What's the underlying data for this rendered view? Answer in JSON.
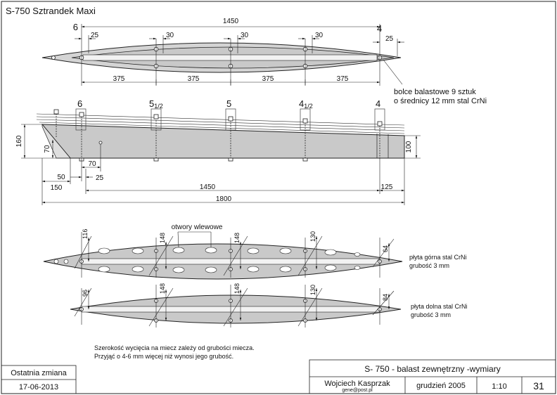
{
  "title": "S-750 Sztrandek Maxi",
  "top_view": {
    "dim_total": "1450",
    "station_6": "6",
    "station_4": "4",
    "dim_25_left": "25",
    "dim_25_right": "25",
    "dim_30_a": "30",
    "dim_30_b": "30",
    "dim_30_c": "30",
    "spacing": [
      "375",
      "375",
      "375",
      "375"
    ]
  },
  "bolt_note": [
    "bolce balastowe 9 sztuk",
    "o średnicy 12 mm stal CrNi"
  ],
  "side_view": {
    "stations": [
      {
        "main": "6",
        "sub": ""
      },
      {
        "main": "5",
        "sub": "1/2"
      },
      {
        "main": "5",
        "sub": ""
      },
      {
        "main": "4",
        "sub": "1/2"
      },
      {
        "main": "4",
        "sub": ""
      }
    ],
    "dim_160": "160",
    "dim_70_v": "70",
    "dim_70_h": "70",
    "dim_25": "25",
    "dim_50": "50",
    "dim_150": "150",
    "dim_1450": "1450",
    "dim_125": "125",
    "dim_1800": "1800",
    "dim_100": "100"
  },
  "upper_plate": {
    "callout": "otwory wlewowe",
    "dims": [
      "116",
      "148",
      "148",
      "130",
      "64"
    ],
    "note": [
      "płyta górna stal CrNi",
      "grubość 3 mm"
    ]
  },
  "lower_plate": {
    "dims": [
      "96",
      "148",
      "148",
      "130",
      "84"
    ],
    "note": [
      "płyta dolna stal CrNi",
      "grubość 3 mm"
    ]
  },
  "remark": [
    "Szerokość wycięcia na miecz zależy od grubości miecza.",
    "Przyjąć o 4-6 mm więcej niż wynosi jego grubość."
  ],
  "last_change": {
    "label": "Ostatnia zmiana",
    "date": "17-06-2013"
  },
  "title_block": {
    "heading_main": "S- 750",
    "heading_rest": "- balast zewnętrzny -wymiary",
    "author": "Wojciech Kasprzak",
    "email": "gene@post.pl",
    "date": "grudzień 2005",
    "scale": "1:10",
    "sheet": "31"
  }
}
